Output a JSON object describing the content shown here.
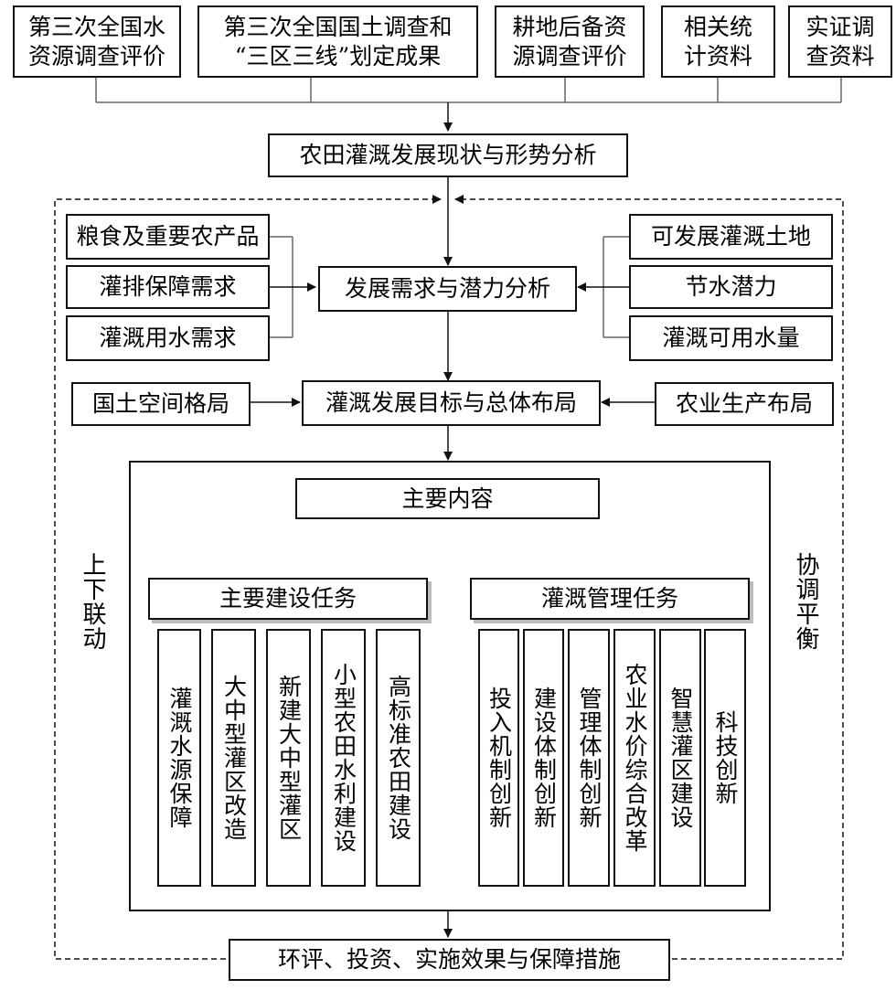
{
  "sources": [
    {
      "line1": "第三次全国水",
      "line2": "资源调查评价"
    },
    {
      "line1": "第三次全国国土调查和",
      "line2": "“三区三线”划定成果"
    },
    {
      "line1": "耕地后备资",
      "line2": "源调查评价"
    },
    {
      "line1": "相关统",
      "line2": "计资料"
    },
    {
      "line1": "实证调",
      "line2": "查资料"
    }
  ],
  "status_analysis": "农田灌溉发展现状与形势分析",
  "left_needs": [
    "粮食及重要农产品",
    "灌排保障需求",
    "灌溉用水需求"
  ],
  "demand_analysis": "发展需求与潜力分析",
  "right_potential": [
    "可发展灌溉土地",
    "节水潜力",
    "灌溉可用水量"
  ],
  "spatial_pattern": "国土空间格局",
  "goals_layout": "灌溉发展目标与总体布局",
  "agri_layout": "农业生产布局",
  "main_content": "主要内容",
  "construction": {
    "title": "主要建设任务",
    "items": [
      "灌溉水源保障",
      "大中型灌区改造",
      "新建大中型灌区",
      "小型农田水利建设",
      "高标准农田建设"
    ]
  },
  "management": {
    "title": "灌溉管理任务",
    "items": [
      "投入机制创新",
      "建设体制创新",
      "管理体制创新",
      "农业水价综合改革",
      "智慧灌区建设",
      "科技创新"
    ]
  },
  "side_left": "上下联动",
  "side_right": "协调平衡",
  "final": "环评、投资、实施效果与保障措施"
}
